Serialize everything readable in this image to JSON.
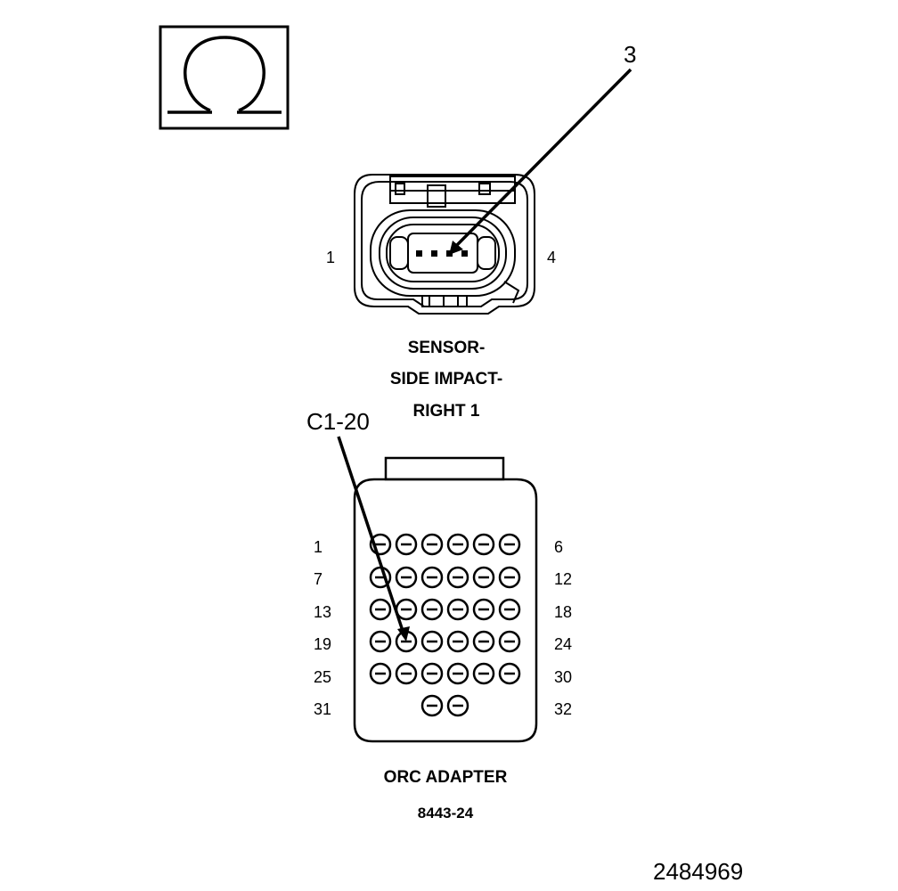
{
  "symbol": {
    "icon": "ohm-icon",
    "name": "Omega (ohms) meter symbol"
  },
  "sensor": {
    "pin_left": "1",
    "pin_right": "4",
    "callout": "3",
    "title_line1": "SENSOR-",
    "title_line2": "SIDE IMPACT-",
    "title_line3": "RIGHT 1"
  },
  "adapter": {
    "callout": "C1-20",
    "row_labels_left": [
      "1",
      "7",
      "13",
      "19",
      "25",
      "31"
    ],
    "row_labels_right": [
      "6",
      "12",
      "18",
      "24",
      "30",
      "32"
    ],
    "title_line1": "ORC ADAPTER",
    "title_line2": "8443-24"
  },
  "figure_id": "2484969"
}
